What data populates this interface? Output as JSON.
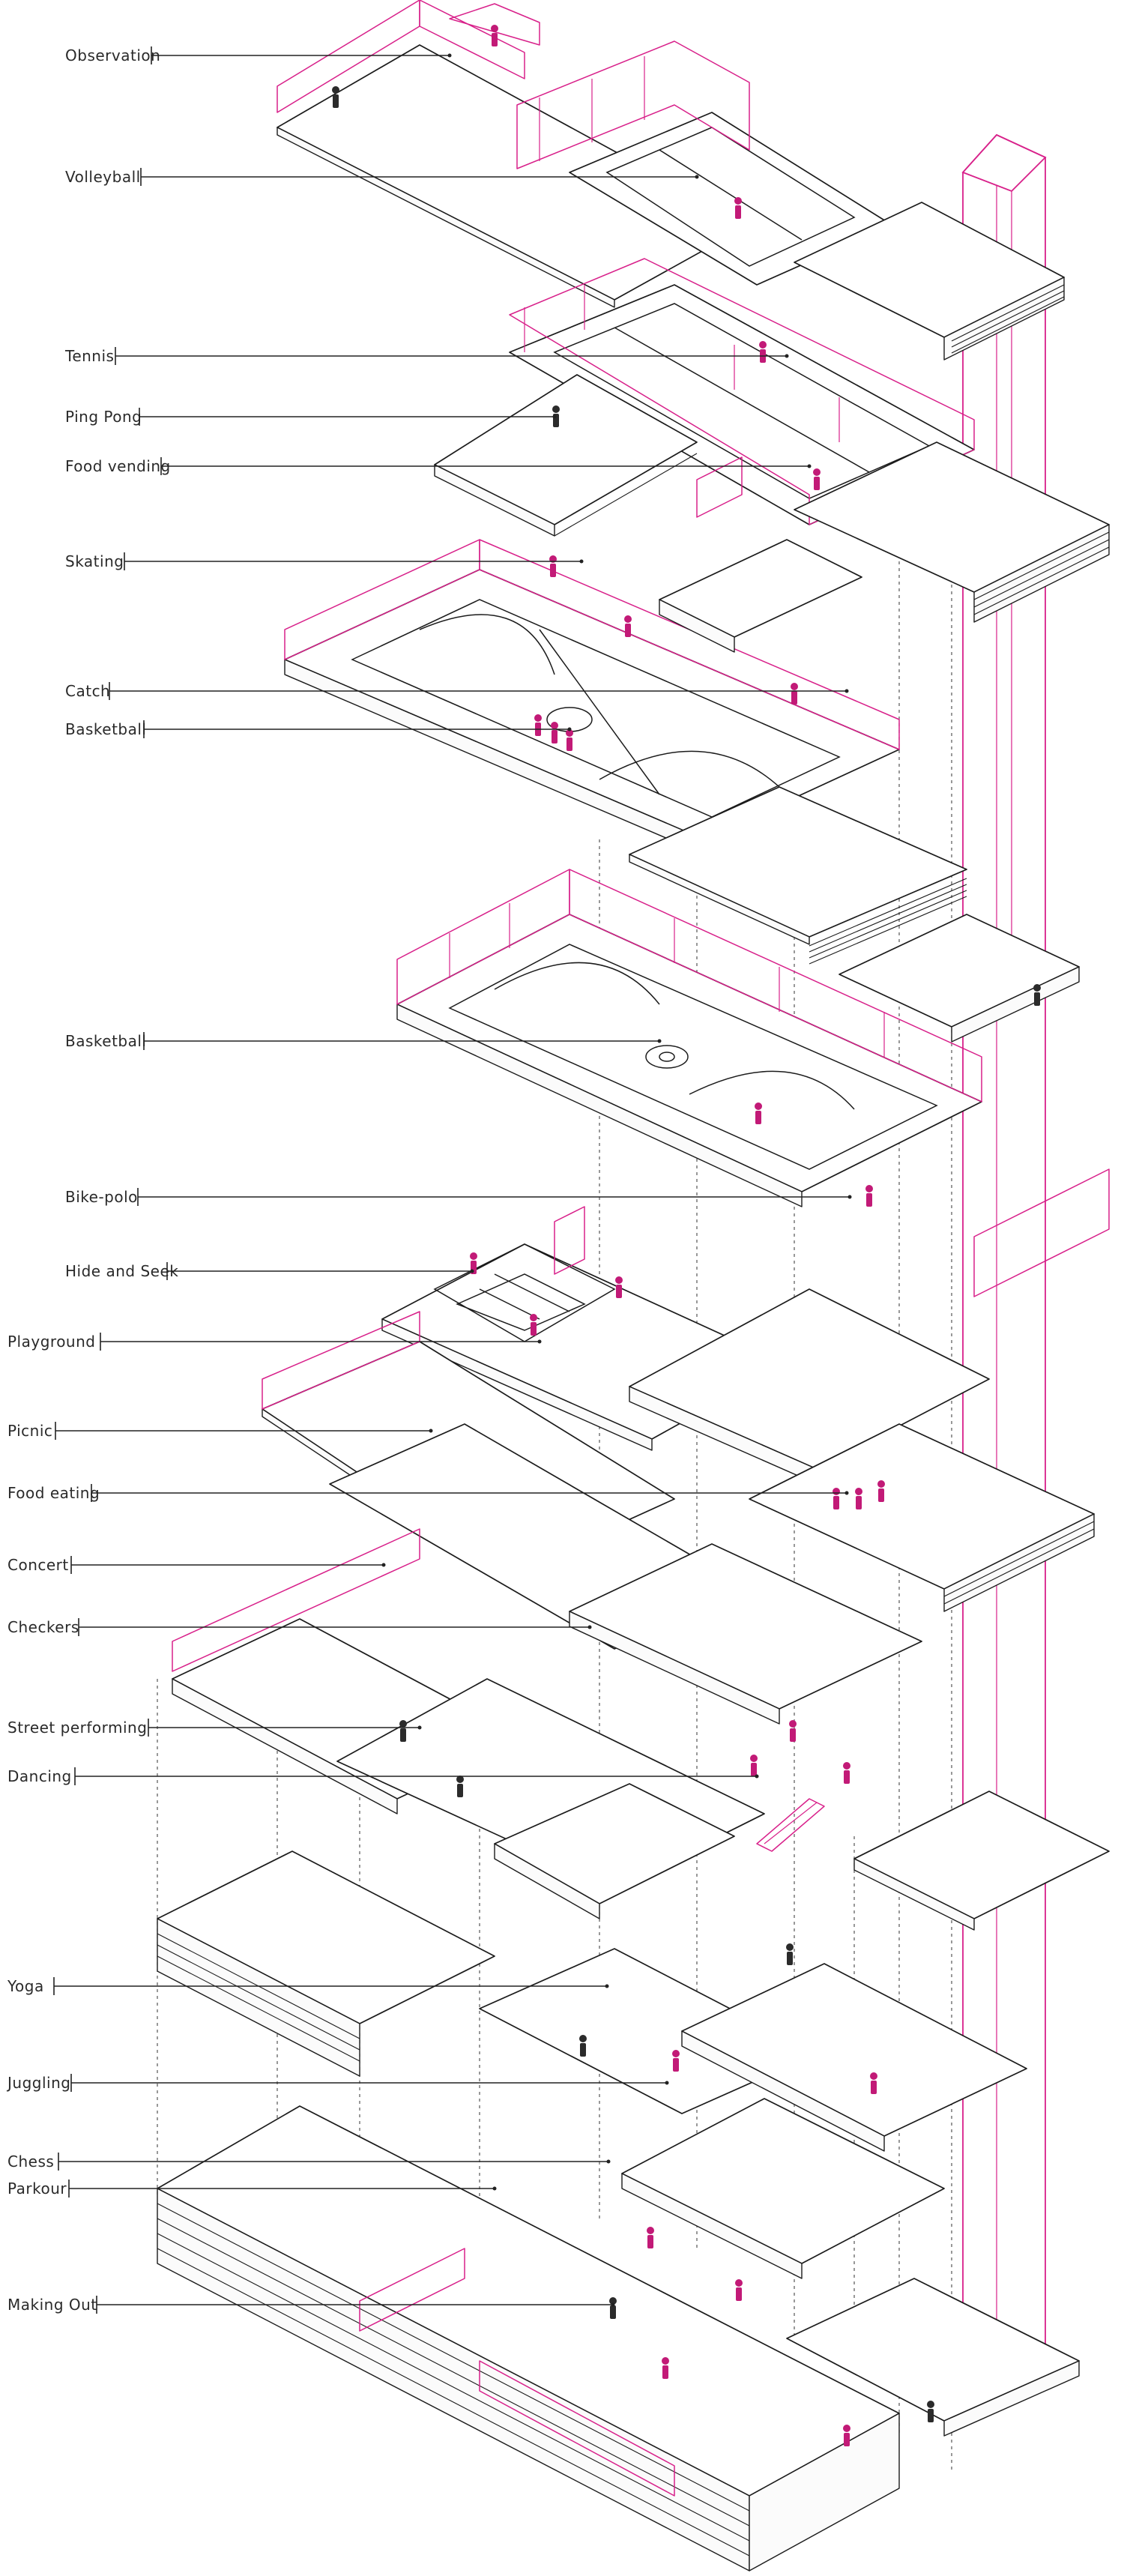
{
  "diagram": {
    "labels": [
      {
        "id": "observation",
        "text": "Observation"
      },
      {
        "id": "volleyball",
        "text": "Volleyball"
      },
      {
        "id": "tennis",
        "text": "Tennis"
      },
      {
        "id": "ping-pong",
        "text": "Ping Pong"
      },
      {
        "id": "food-vending",
        "text": "Food vending"
      },
      {
        "id": "skating",
        "text": "Skating"
      },
      {
        "id": "catch",
        "text": "Catch"
      },
      {
        "id": "basketball-upper",
        "text": "Basketball"
      },
      {
        "id": "basketball-lower",
        "text": "Basketball"
      },
      {
        "id": "bike-polo",
        "text": "Bike-polo"
      },
      {
        "id": "hide-and-seek",
        "text": "Hide and Seek"
      },
      {
        "id": "playground",
        "text": "Playground"
      },
      {
        "id": "picnic",
        "text": "Picnic"
      },
      {
        "id": "food-eating",
        "text": "Food eating"
      },
      {
        "id": "concert",
        "text": "Concert"
      },
      {
        "id": "checkers",
        "text": "Checkers"
      },
      {
        "id": "street-performing",
        "text": "Street performing"
      },
      {
        "id": "dancing",
        "text": "Dancing"
      },
      {
        "id": "yoga",
        "text": "Yoga"
      },
      {
        "id": "juggling",
        "text": "Juggling"
      },
      {
        "id": "chess",
        "text": "Chess"
      },
      {
        "id": "parkour",
        "text": "Parkour"
      },
      {
        "id": "making-out",
        "text": "Making Out"
      }
    ]
  },
  "colors": {
    "accent": "#d8208a",
    "figure": "#c21a77",
    "linework": "#1b1b1b",
    "label": "#2a2a2a",
    "background": "#ffffff"
  }
}
